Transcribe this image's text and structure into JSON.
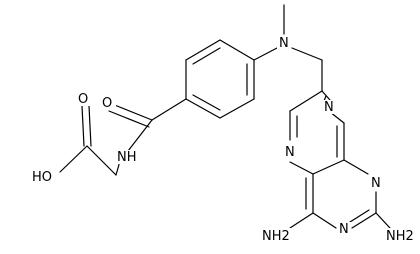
{
  "diagram": {
    "atom_labels": {
      "amide_oxygen": "O",
      "amide_nitrogen": "NH",
      "acid_oxygen": "O",
      "acid_hydroxyl": "HO",
      "amine_nitrogen": "N",
      "ring_n5": "N",
      "ring_n8": "N",
      "ring_n1": "N",
      "ring_n3": "N",
      "amino_c4": "NH2",
      "amino_c2": "NH2"
    }
  }
}
